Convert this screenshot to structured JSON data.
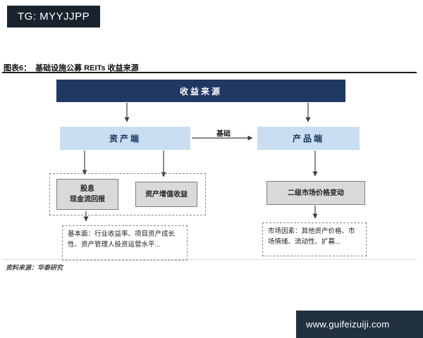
{
  "banner": {
    "tg_label": "TG: MYYJJPP"
  },
  "figure": {
    "label": "图表6：",
    "title": "基础设施公募 REITs 收益来源"
  },
  "diagram": {
    "root": "收益来源",
    "asset_side": "资产端",
    "product_side": "产品端",
    "basis_label": "基础",
    "dividend_line1": "股息",
    "dividend_line2": "现金流回报",
    "appreciation": "资产增值收益",
    "secondary_market": "二级市场价格变动",
    "fundamentals_note": "基本面：行业收益率、项目资产成长性、资产管理人投资运营水平...",
    "market_note": "市场因素：其他资产价格、市场情绪、流动性、扩募..."
  },
  "footer": {
    "source": "资料来源：华泰研究",
    "site": "www.guifeizuiji.com"
  },
  "colors": {
    "navy": "#1f3864",
    "light_blue": "#c9def1",
    "gray_box": "#d9d9d9",
    "tg_banner_bg": "#19232d",
    "site_banner_bg": "#22313f"
  }
}
